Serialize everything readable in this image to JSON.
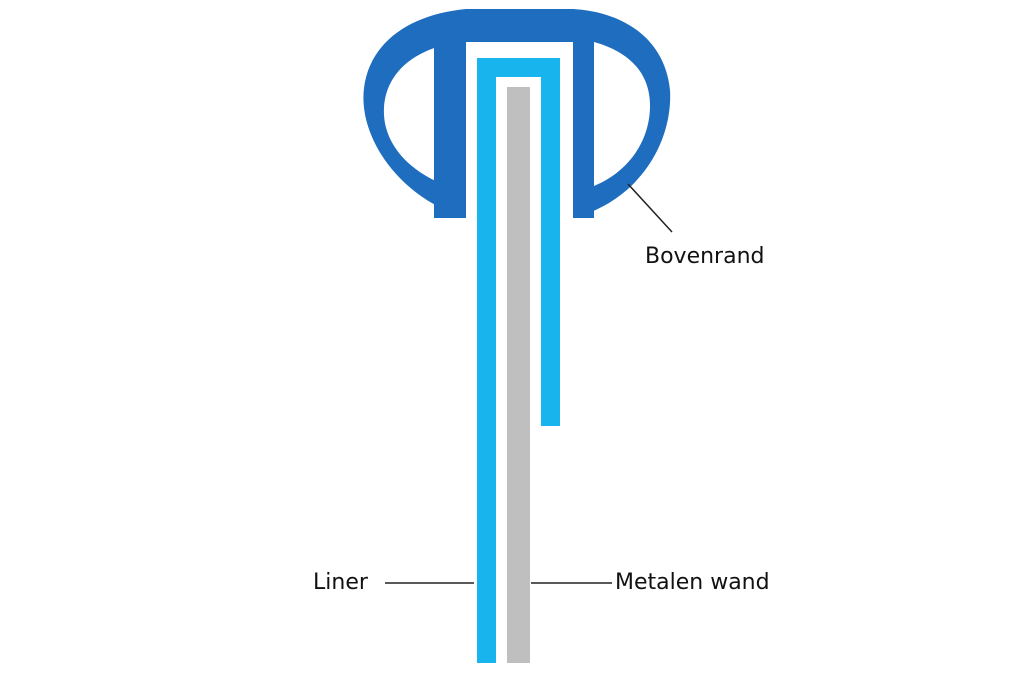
{
  "labels": {
    "top_rim": "Bovenrand",
    "liner": "Liner",
    "metal_wall": "Metalen wand"
  },
  "colors": {
    "top_rim": "#1f6dbf",
    "liner": "#18b4ee",
    "metal_wall": "#bfbfbf",
    "leader_line": "#222222",
    "background": "#ffffff"
  }
}
